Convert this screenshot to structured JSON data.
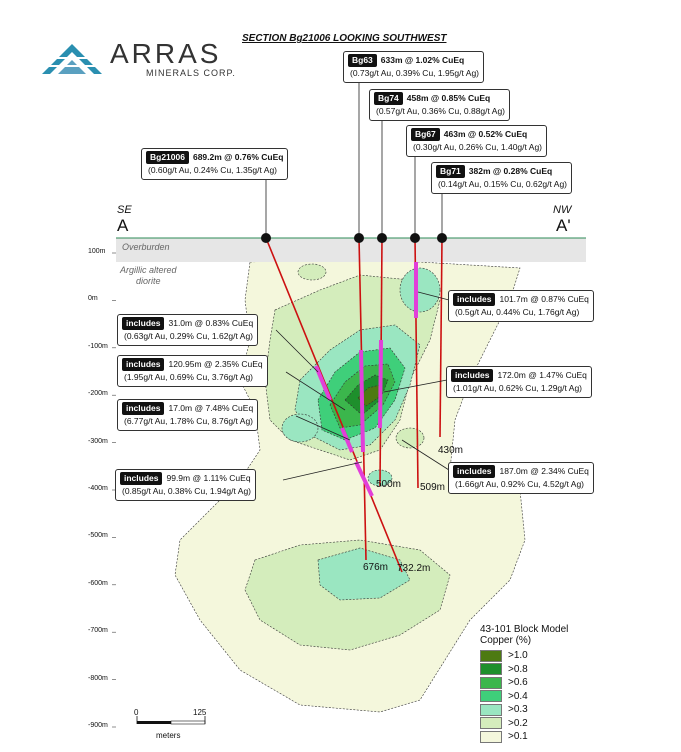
{
  "logo": {
    "name": "ARRAS",
    "sub": "MINERALS CORP."
  },
  "title": "SECTION Bg21006 LOOKING SOUTHWEST",
  "section_ends": {
    "left_dir": "SE",
    "left_label": "A",
    "right_dir": "NW",
    "right_label": "A'"
  },
  "layers": {
    "overburden": "Overburden",
    "diorite_line1": "Argillic altered",
    "diorite_line2": "diorite"
  },
  "depth_ticks": [
    "100m",
    "0m",
    "-100m",
    "-200m",
    "-300m",
    "-400m",
    "-500m",
    "-600m",
    "-700m",
    "-800m",
    "-900m"
  ],
  "holes": [
    {
      "id": "Bg21006",
      "headline": "689.2m @ 0.76% CuEq",
      "detail": "(0.60g/t Au, 0.24% Cu, 1.35g/t Ag)"
    },
    {
      "id": "Bg63",
      "headline": "633m @ 1.02% CuEq",
      "detail": "(0.73g/t Au, 0.39% Cu, 1.95g/t Ag)"
    },
    {
      "id": "Bg74",
      "headline": "458m @ 0.85% CuEq",
      "detail": "(0.57g/t Au, 0.36% Cu, 0.88g/t Ag)"
    },
    {
      "id": "Bg67",
      "headline": "463m @ 0.52% CuEq",
      "detail": "(0.30g/t Au, 0.26% Cu, 1.40g/t Ag)"
    },
    {
      "id": "Bg71",
      "headline": "382m @ 0.28% CuEq",
      "detail": "(0.14g/t Au, 0.15% Cu, 0.62g/t Ag)"
    }
  ],
  "includes_tag": "includes",
  "intercepts": [
    {
      "headline": "31.0m @ 0.83% CuEq",
      "detail": "(0.63g/t Au, 0.29% Cu, 1.62g/t Ag)"
    },
    {
      "headline": "120.95m @ 2.35% CuEq",
      "detail": "(1.95g/t Au, 0.69% Cu, 3.76g/t Ag)"
    },
    {
      "headline": "17.0m @ 7.48% CuEq",
      "detail": "(6.77g/t Au, 1.78% Cu, 8.76g/t Ag)"
    },
    {
      "headline": "99.9m @ 1.11% CuEq",
      "detail": "(0.85g/t Au, 0.38% Cu, 1.94g/t Ag)"
    },
    {
      "headline": "101.7m @ 0.87% CuEq",
      "detail": "(0.5g/t Au, 0.44% Cu, 1.76g/t Ag)"
    },
    {
      "headline": "172.0m @ 1.47% CuEq",
      "detail": "(1.01g/t Au, 0.62% Cu, 1.29g/t Ag)"
    },
    {
      "headline": "187.0m @ 2.34% CuEq",
      "detail": "(1.66g/t Au, 0.92% Cu, 4.52g/t Ag)"
    }
  ],
  "hole_end_depths": [
    "430m",
    "500m",
    "509m",
    "676m",
    "732.2m"
  ],
  "scale": {
    "zero": "0",
    "max": "125",
    "unit": "meters"
  },
  "legend": {
    "title_line1": "43-101 Block Model",
    "title_line2": "Copper (%)",
    "items": [
      {
        "label": ">1.0",
        "color": "#4d7a12"
      },
      {
        "label": ">0.8",
        "color": "#1e8f2c"
      },
      {
        "label": ">0.6",
        "color": "#3bb64c"
      },
      {
        "label": ">0.4",
        "color": "#3fcf7a"
      },
      {
        "label": ">0.3",
        "color": "#9ae6c1"
      },
      {
        "label": ">0.2",
        "color": "#d4edbc"
      },
      {
        "label": ">0.1",
        "color": "#f4f7dc"
      }
    ]
  },
  "colors": {
    "drillhole": "#cc1111",
    "intercept": "#e23fd9",
    "overburden": "#e6e6e6"
  }
}
